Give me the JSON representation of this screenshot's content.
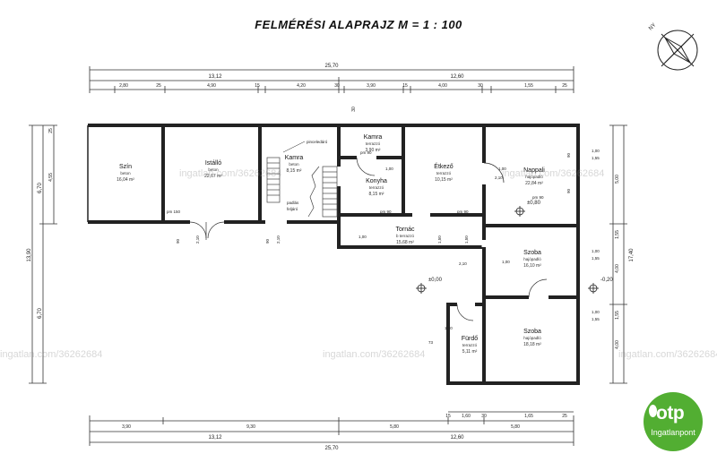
{
  "title": "FELMÉRÉSI ALAPRAJZ M = 1 : 100",
  "watermark": "ingatlan.com/36262684",
  "logo": {
    "name": "otp",
    "subtitle": "Ingatlanpont",
    "color": "#52ae32"
  },
  "compass": {
    "label": "NY"
  },
  "rooms": [
    {
      "id": "szin",
      "name": "Szín",
      "floor": "beton",
      "area": "16,04 m²"
    },
    {
      "id": "istallo",
      "name": "Istálló",
      "floor": "beton",
      "area": "22,67 m²"
    },
    {
      "id": "kamra1",
      "name": "Kamra",
      "floor": "beton",
      "area": "8,15 m²"
    },
    {
      "id": "kamra2",
      "name": "Kamra",
      "floor": "terrazzó",
      "area": "3,90 m²"
    },
    {
      "id": "konyha",
      "name": "Konyha",
      "floor": "terrazzó",
      "area": "8,15 m²"
    },
    {
      "id": "etkezo",
      "name": "Étkező",
      "floor": "terrazzó",
      "area": "10,15 m²"
    },
    {
      "id": "nappali",
      "name": "Nappali",
      "floor": "hajópadló",
      "area": "22,84 m²"
    },
    {
      "id": "tornac",
      "name": "Tornác",
      "floor": "b terrazzó",
      "area": "15,68 m²"
    },
    {
      "id": "szoba1",
      "name": "Szoba",
      "floor": "hajópadló",
      "area": "16,10 m²"
    },
    {
      "id": "szoba2",
      "name": "Szoba",
      "floor": "hajópadló",
      "area": "18,18 m²"
    },
    {
      "id": "furdo",
      "name": "Fürdő",
      "floor": "terrazzó",
      "area": "5,11 m²"
    }
  ],
  "notes": {
    "pinceledarlo": "pinceledáró",
    "padlas": "padlás",
    "feljaro": "feljáró"
  },
  "levels": {
    "l1": "±0,80",
    "l2": "±0,00",
    "l3": "-0,20"
  },
  "dims": {
    "top_total": "25,70",
    "top_left": "13,12",
    "top_right": "12,60",
    "top_parts": [
      "2,80",
      "25",
      "4,90",
      "15",
      "4,20",
      "30",
      "3,90",
      "15",
      "4,00",
      "30",
      "1,55",
      "25"
    ],
    "top_small": "30",
    "bottom_total": "25,70",
    "bottom_left": "13,12",
    "bottom_right": "12,60",
    "bottom_parts": [
      "3,90",
      "9,30",
      "5,80",
      "5,80"
    ],
    "bottom_small": [
      "15",
      "1,60",
      "30",
      "1,65",
      "25"
    ],
    "left_total": "13,90",
    "left_parts": [
      "4,55",
      "6,70"
    ],
    "left_top": "25",
    "left_mid": "6,70",
    "right_total": "17,40",
    "right_parts": [
      "5,00",
      "1,55",
      "4,00",
      "1,55",
      "4,00"
    ],
    "door_labels": [
      "pm 90",
      "pm 150",
      "pm 90",
      "pm 90",
      "1,00",
      "1,55",
      "1,00",
      "1,55",
      "1,00",
      "1,55",
      "90",
      "2,10",
      "90",
      "2,10",
      "1,00",
      "2,10",
      "1,50",
      "1,50",
      "2,10",
      "73",
      "1,00",
      "pm 90",
      "90",
      "90",
      "1,00",
      "1,00",
      "1,00"
    ]
  }
}
